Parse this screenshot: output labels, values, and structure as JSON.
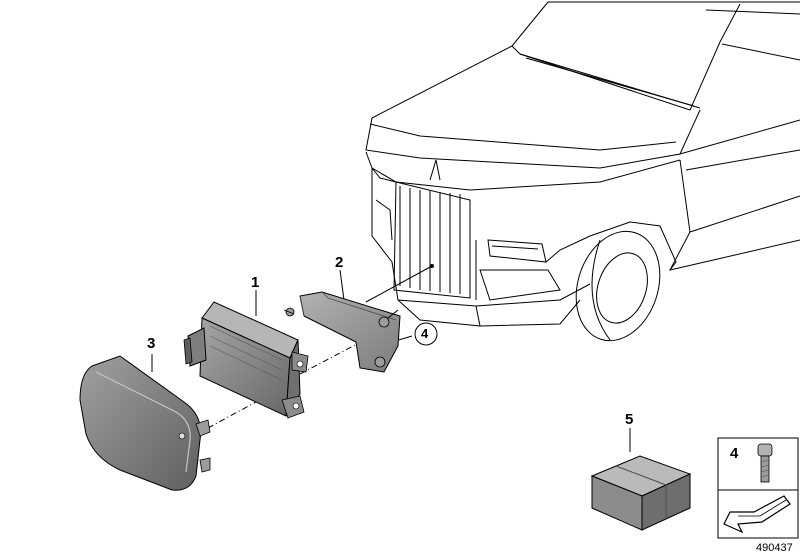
{
  "callouts": {
    "part1": "1",
    "part2": "2",
    "part3": "3",
    "part4_circled": "4",
    "part5": "5",
    "box_part4": "4"
  },
  "reference_number": "490437",
  "icons": {
    "car": "car-front-outline-icon",
    "control_unit": "radar-control-unit-icon",
    "bracket": "mounting-bracket-icon",
    "cover": "sensor-cover-icon",
    "screw": "screw-icon",
    "kit_box": "kit-box-icon",
    "arrow": "direction-arrow-icon"
  },
  "colors": {
    "line": "#000000",
    "part_fill": "#8a8c8e",
    "part_light": "#b4b6b8",
    "part_dark": "#5a5c5e"
  }
}
